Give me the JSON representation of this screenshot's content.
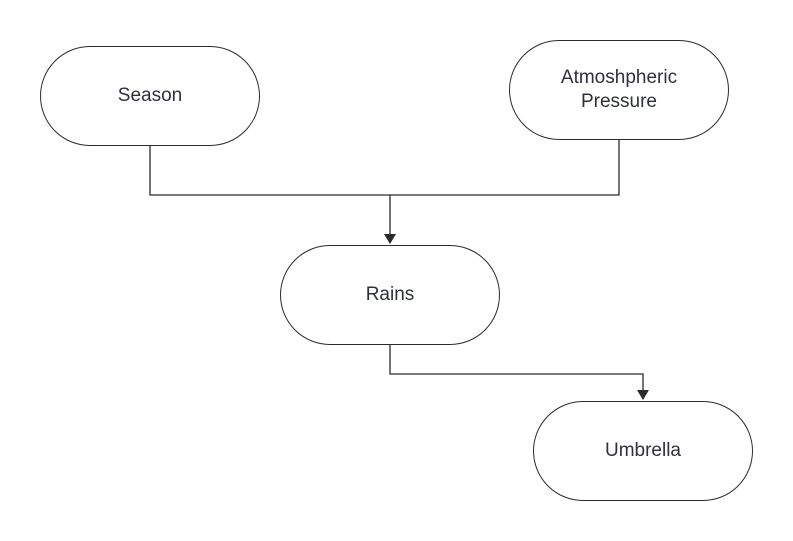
{
  "diagram": {
    "nodes": [
      {
        "id": "season",
        "label": "Season"
      },
      {
        "id": "pressure",
        "label_lines": [
          "Atmoshpheric",
          "Pressure"
        ]
      },
      {
        "id": "rains",
        "label": "Rains"
      },
      {
        "id": "umbrella",
        "label": "Umbrella"
      }
    ],
    "edges": [
      {
        "from": "season",
        "to": "rains"
      },
      {
        "from": "pressure",
        "to": "rains"
      },
      {
        "from": "rains",
        "to": "umbrella"
      }
    ],
    "colors": {
      "stroke": "#2b2b2b",
      "text": "#2e3138",
      "background": "#ffffff"
    }
  }
}
